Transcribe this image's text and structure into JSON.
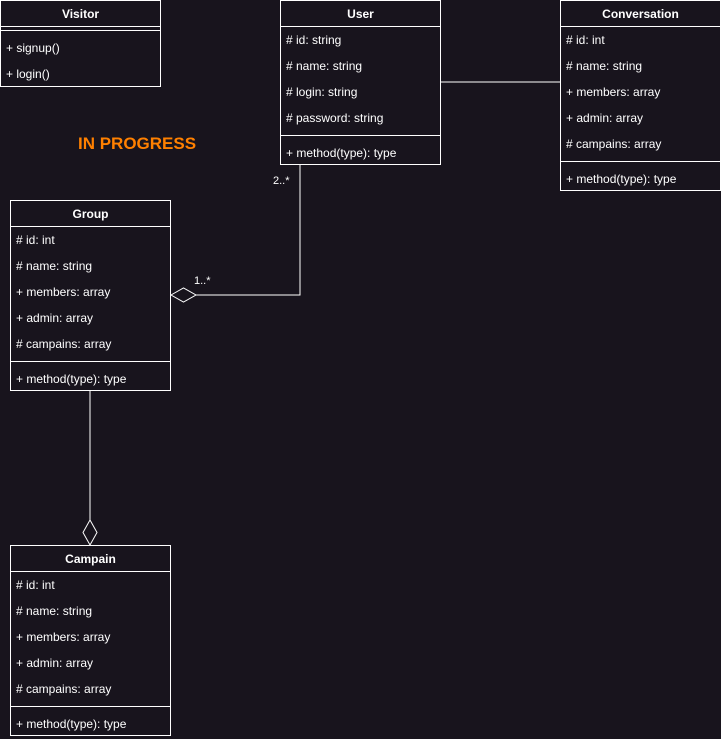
{
  "colors": {
    "background": "#18141d",
    "stroke": "#ffffff",
    "status": "#ff8000"
  },
  "status_label": "IN PROGRESS",
  "classes": {
    "visitor": {
      "name": "Visitor",
      "attributes": [],
      "methods": [
        "+ signup()",
        "+ login()"
      ]
    },
    "user": {
      "name": "User",
      "attributes": [
        "# id: string",
        "# name: string",
        "# login: string",
        "# password: string"
      ],
      "methods": [
        "+ method(type): type"
      ]
    },
    "conversation": {
      "name": "Conversation",
      "attributes": [
        "# id: int",
        "# name: string",
        "+ members: array",
        "+ admin: array",
        "# campains: array"
      ],
      "methods": [
        "+ method(type): type"
      ]
    },
    "group": {
      "name": "Group",
      "attributes": [
        "# id: int",
        "# name: string",
        "+ members: array",
        "+ admin: array",
        "# campains: array"
      ],
      "methods": [
        "+ method(type): type"
      ]
    },
    "campain": {
      "name": "Campain",
      "attributes": [
        "# id: int",
        "# name: string",
        "+ members: array",
        "+ admin: array",
        "# campains: array"
      ],
      "methods": [
        "+ method(type): type"
      ]
    }
  },
  "multiplicities": {
    "user_end": "2..*",
    "group_end": "1..*"
  }
}
